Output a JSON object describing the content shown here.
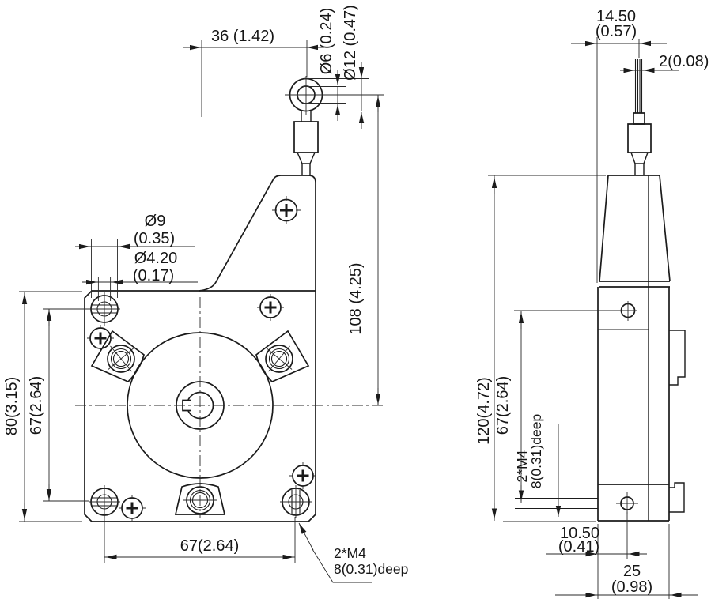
{
  "drawing": {
    "colors": {
      "line": "#1b1b1b",
      "background": "#ffffff"
    },
    "front": {
      "dim36": "36 (1.42)",
      "dimD6": "Ø6 (0.24)",
      "dimD12": "Ø12 (0.47)",
      "dimD9": {
        "l1": "Ø9",
        "l2": "(0.35)"
      },
      "dimD420": {
        "l1": "Ø4.20",
        "l2": "(0.17)"
      },
      "dim80": "80(3.15)",
      "dim67Left": "67(2.64)",
      "dim108": "108 (4.25)",
      "dim67Bottom": "67(2.64)",
      "noteM4": {
        "l1": "2*M4",
        "l2": "8(0.31)deep"
      }
    },
    "side": {
      "dim1450": {
        "l1": "14.50",
        "l2": "(0.57)"
      },
      "dim2": "2(0.08)",
      "dim120": "120(4.72)",
      "dim67": "67(2.64)",
      "noteM4": {
        "l1": "2*M4",
        "l2": "8(0.31)deep"
      },
      "dim1050": {
        "l1": "10.50",
        "l2": "(0.41)"
      },
      "dim25": {
        "l1": "25",
        "l2": "(0.98)"
      }
    }
  }
}
